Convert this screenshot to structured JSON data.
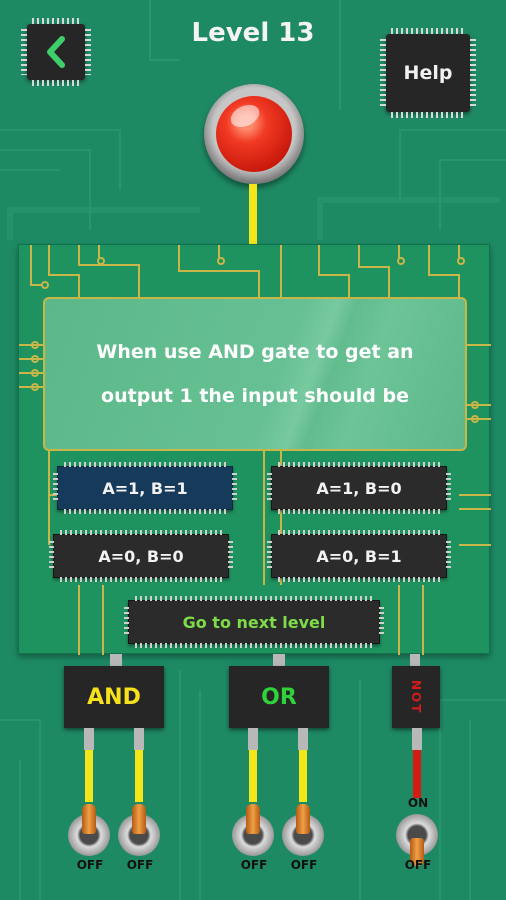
{
  "header": {
    "title": "Level 13",
    "help_label": "Help"
  },
  "question": {
    "line1": "When use AND gate to get an",
    "line2": "output 1 the input should be"
  },
  "answers": [
    {
      "label": "A=1, B=1",
      "selected": true
    },
    {
      "label": "A=1, B=0",
      "selected": false
    },
    {
      "label": "A=0, B=0",
      "selected": false
    },
    {
      "label": "A=0, B=1",
      "selected": false
    }
  ],
  "next_level_label": "Go to next level",
  "gates": [
    {
      "label": "AND",
      "color": "#f5e21a"
    },
    {
      "label": "OR",
      "color": "#2fd23a"
    },
    {
      "label": "NOT",
      "color": "#d21c1c"
    }
  ],
  "switches": {
    "on_label": "ON",
    "off_label": "OFF",
    "and_a": "OFF",
    "and_b": "OFF",
    "or_a": "OFF",
    "or_b": "OFF",
    "not_a": "OFF"
  },
  "colors": {
    "background": "#1e8a64",
    "board": "#208e5e",
    "trace": "#c8b648",
    "wire_yellow": "#f5e61a",
    "wire_red": "#d41c14",
    "lamp": "#e52a1c",
    "next_level_text": "#7edc4a"
  }
}
